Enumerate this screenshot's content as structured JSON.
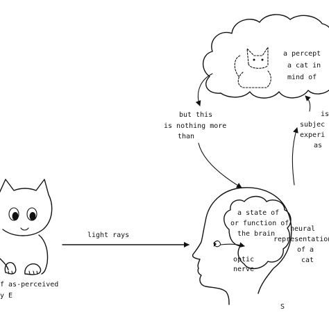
{
  "colors": {
    "ink": "#111111",
    "background": "#ffffff"
  },
  "labels": {
    "light_rays": "light rays",
    "cat_caption": [
      "f as-perceived",
      "y E"
    ],
    "subject_caption": "S",
    "percept": [
      "a percept",
      "a cat in",
      "mind of"
    ],
    "but_this": [
      "but this",
      "is nothing more",
      "than"
    ],
    "is_subjective": [
      "is",
      "subjec",
      "experi",
      "as"
    ],
    "brain_state": [
      "a state of",
      "or function of",
      "the brain"
    ],
    "neural_rep": [
      "neural",
      "representation",
      "of a",
      "cat"
    ],
    "optic_nerve": [
      "optic",
      "nerve"
    ]
  },
  "icons": [
    "thought-cloud-icon",
    "dashed-cat-icon",
    "cat-drawing-icon",
    "head-profile-icon",
    "brain-icon",
    "eye-icon"
  ]
}
